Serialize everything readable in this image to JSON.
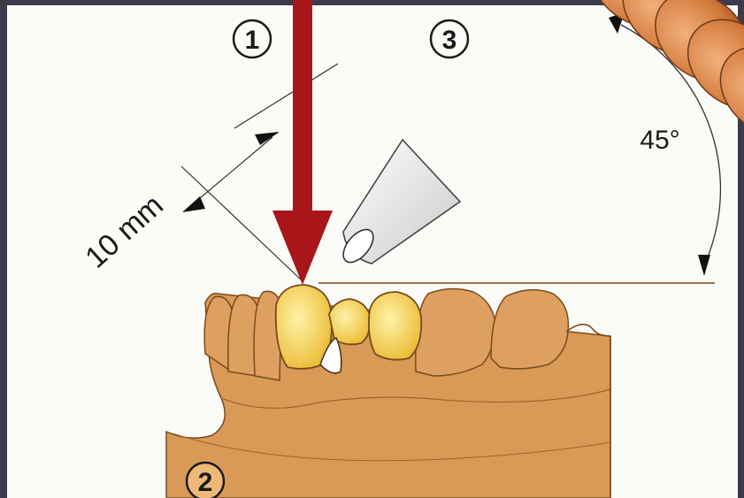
{
  "labels": {
    "marker_1": "1",
    "marker_2": "2",
    "marker_3": "3",
    "distance": "10 mm",
    "angle": "45°"
  },
  "colors": {
    "arrow": "#a8161a",
    "base": "#d79a55",
    "tooth_highlight": "#f2c94c",
    "nozzle_segment": "#d9824a",
    "background": "#fbfbf7"
  },
  "icons": [
    "circled-number-1",
    "circled-number-2",
    "circled-number-3",
    "down-arrow",
    "dimension-arrows"
  ]
}
